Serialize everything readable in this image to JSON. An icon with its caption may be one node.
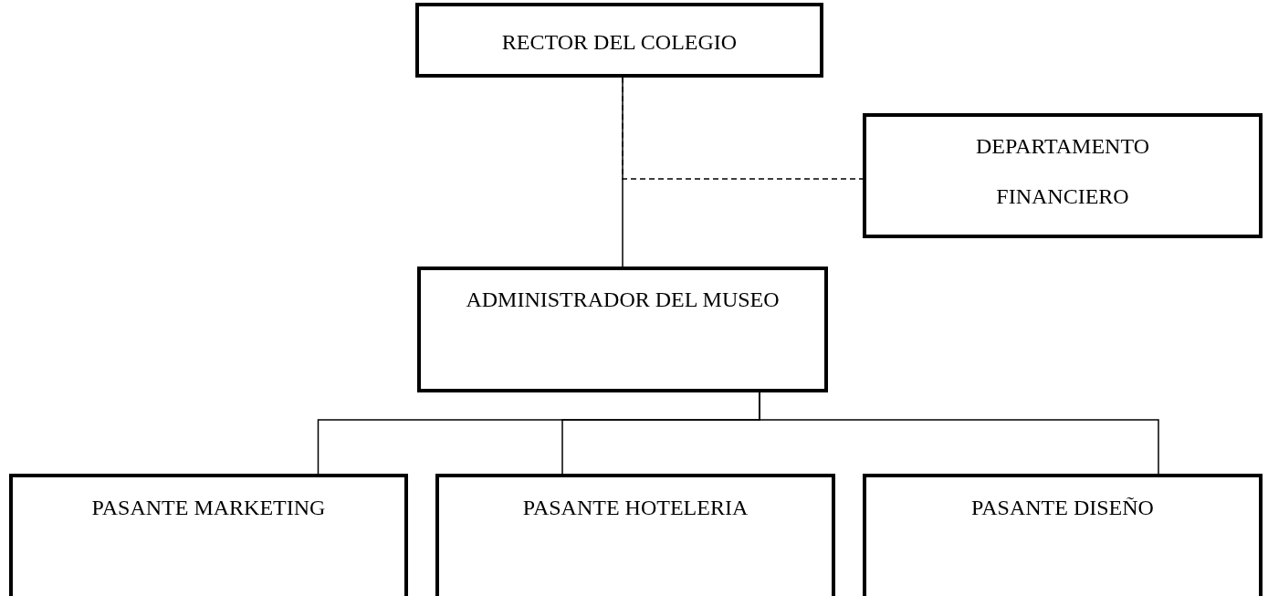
{
  "diagram": {
    "nodes": [
      {
        "text": [
          "RECTOR DEL COLEGIO"
        ]
      },
      {
        "text": [
          "DEPARTAMENTO FINANCIERO"
        ]
      },
      {
        "text": [
          "ADMINISTRADOR DEL MUSEO"
        ]
      },
      {
        "text": [
          "PASANTE MARKETING"
        ]
      },
      {
        "text": [
          "PASANTE HOTELERIA"
        ]
      },
      {
        "text": [
          "PASANTE DISEÑO"
        ]
      }
    ],
    "edges": [
      {
        "from": 0,
        "to": 2,
        "arrow": "none"
      },
      {
        "from": 0,
        "to": 1,
        "arrow": "none",
        "style": "dashed"
      },
      {
        "from": 2,
        "to": 3,
        "arrow": "none"
      },
      {
        "from": 2,
        "to": 4,
        "arrow": "none"
      },
      {
        "from": 2,
        "to": 5,
        "arrow": "none"
      }
    ]
  }
}
